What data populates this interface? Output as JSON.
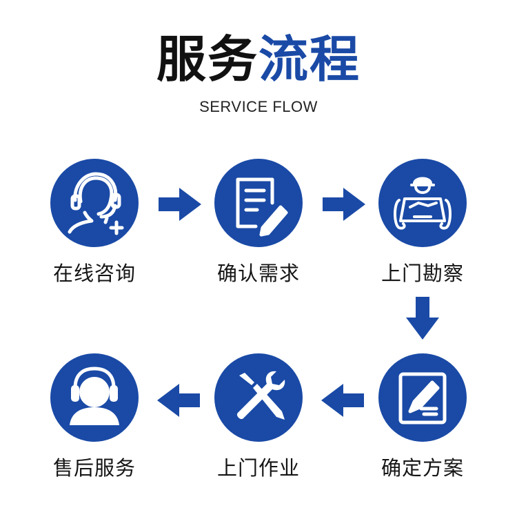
{
  "title": {
    "dark": "服务",
    "accent": "流程"
  },
  "subtitle": "SERVICE FLOW",
  "colors": {
    "accent": "#1a4aa6",
    "text": "#151515"
  },
  "steps": [
    {
      "label": "在线咨询",
      "icon": "customer-service-headset-icon"
    },
    {
      "label": "确认需求",
      "icon": "document-edit-icon"
    },
    {
      "label": "上门勘察",
      "icon": "engineer-blueprint-icon"
    },
    {
      "label": "确定方案",
      "icon": "plan-document-pen-icon"
    },
    {
      "label": "上门作业",
      "icon": "tools-wrench-screwdriver-icon"
    },
    {
      "label": "售后服务",
      "icon": "headphones-user-icon"
    }
  ]
}
